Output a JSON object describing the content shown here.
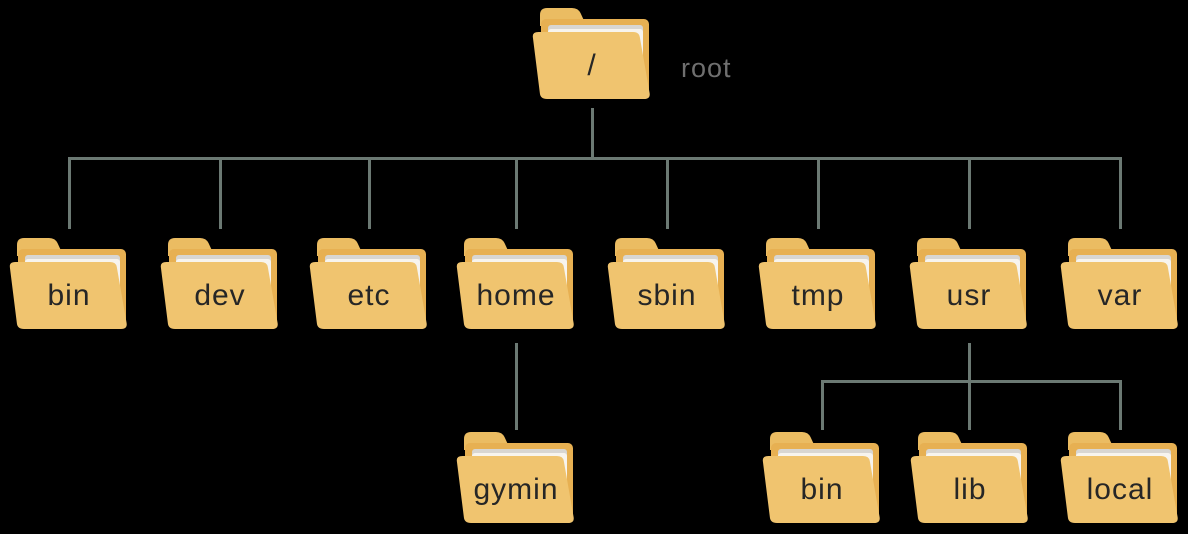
{
  "colors": {
    "background": "#000000",
    "folder-front": "#F0C46F",
    "folder-back": "#E7B052",
    "folder-tab": "#EBBC62",
    "paper": "#F7F4EE",
    "paper-edge": "#D8D6D2",
    "connector": "#6B7973",
    "label": "#262626",
    "note": "#6F6F6F"
  },
  "icons": {
    "folder": "open-folder-icon"
  },
  "tree": {
    "label": "/",
    "annotation": "root",
    "children": [
      {
        "label": "bin"
      },
      {
        "label": "dev"
      },
      {
        "label": "etc"
      },
      {
        "label": "home",
        "children": [
          {
            "label": "gymin"
          }
        ]
      },
      {
        "label": "sbin"
      },
      {
        "label": "tmp"
      },
      {
        "label": "usr",
        "children": [
          {
            "label": "bin"
          },
          {
            "label": "lib"
          },
          {
            "label": "local"
          }
        ]
      },
      {
        "label": "var"
      }
    ]
  }
}
